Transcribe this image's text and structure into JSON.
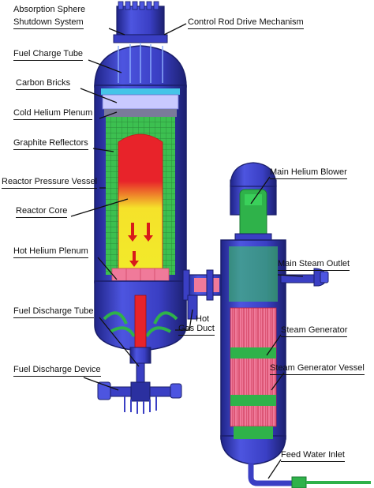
{
  "labels": {
    "absorption_sphere": "Absorption Sphere",
    "shutdown_system": "Shutdown System",
    "control_rod": "Control Rod Drive Mechanism",
    "fuel_charge_tube": "Fuel Charge Tube",
    "carbon_bricks": "Carbon Bricks",
    "cold_helium_plenum": "Cold Helium Plenum",
    "graphite_reflectors": "Graphite Reflectors",
    "reactor_pressure_vessel": "Reactor Pressure Vessel",
    "reactor_core": "Reactor Core",
    "hot_helium_plenum": "Hot Helium Plenum",
    "fuel_discharge_tube": "Fuel Discharge Tube",
    "fuel_discharge_device": "Fuel Discharge Device",
    "hot_gas_duct_1": "Hot",
    "hot_gas_duct_2": "Gas Duct",
    "main_helium_blower": "Main Helium Blower",
    "main_steam_outlet": "Main Steam Outlet",
    "steam_generator": "Steam Generator",
    "steam_generator_vessel": "Steam Generator Vessel",
    "feed_water_inlet": "Feed Water Inlet"
  },
  "colors": {
    "vessel": "#3a3fc4",
    "vessel_dark": "#22268a",
    "core_red": "#e8232a",
    "core_yellow": "#f2ea2a",
    "green": "#2fb24a",
    "pink": "#f07a9a",
    "cyan": "#45c4e8",
    "leader": "#111111"
  }
}
